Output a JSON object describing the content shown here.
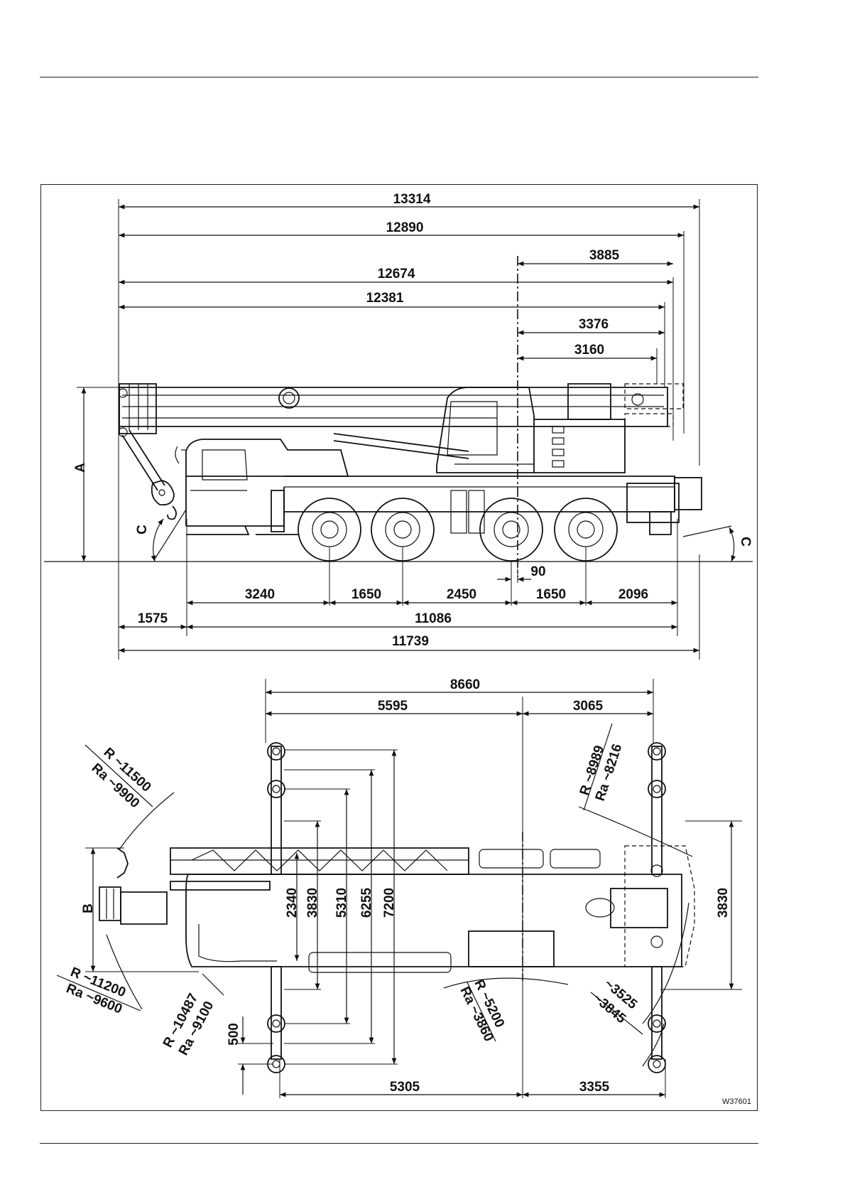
{
  "figure_id": "W37601",
  "side_view": {
    "top_dimensions": [
      "13314",
      "12890",
      "3885",
      "12674",
      "12381",
      "3376",
      "3160"
    ],
    "bottom_dimensions": [
      "90",
      "3240",
      "1650",
      "2450",
      "1650",
      "2096",
      "1575",
      "11086",
      "11739"
    ],
    "label_a": "A",
    "label_c": "C"
  },
  "top_view": {
    "top_dimensions": [
      "8660",
      "5595",
      "3065"
    ],
    "vertical_dimensions": [
      "2340",
      "3830",
      "5310",
      "6255",
      "7200",
      "3830",
      "500"
    ],
    "bottom_dimensions": [
      "5305",
      "3355"
    ],
    "label_b": "B",
    "radii": {
      "front_upper": [
        "R ~11500",
        "Ra ~9900"
      ],
      "front_lower": [
        "R ~11200",
        "Ra ~9600"
      ],
      "cab_corner": [
        "R ~10487",
        "Ra ~9100"
      ],
      "rear_upper": [
        "R ~8989",
        "Ra ~8216"
      ],
      "middle": [
        "R ~5200",
        "Ra ~3860"
      ],
      "rear_lower": [
        "~3525",
        "~3845"
      ]
    }
  }
}
